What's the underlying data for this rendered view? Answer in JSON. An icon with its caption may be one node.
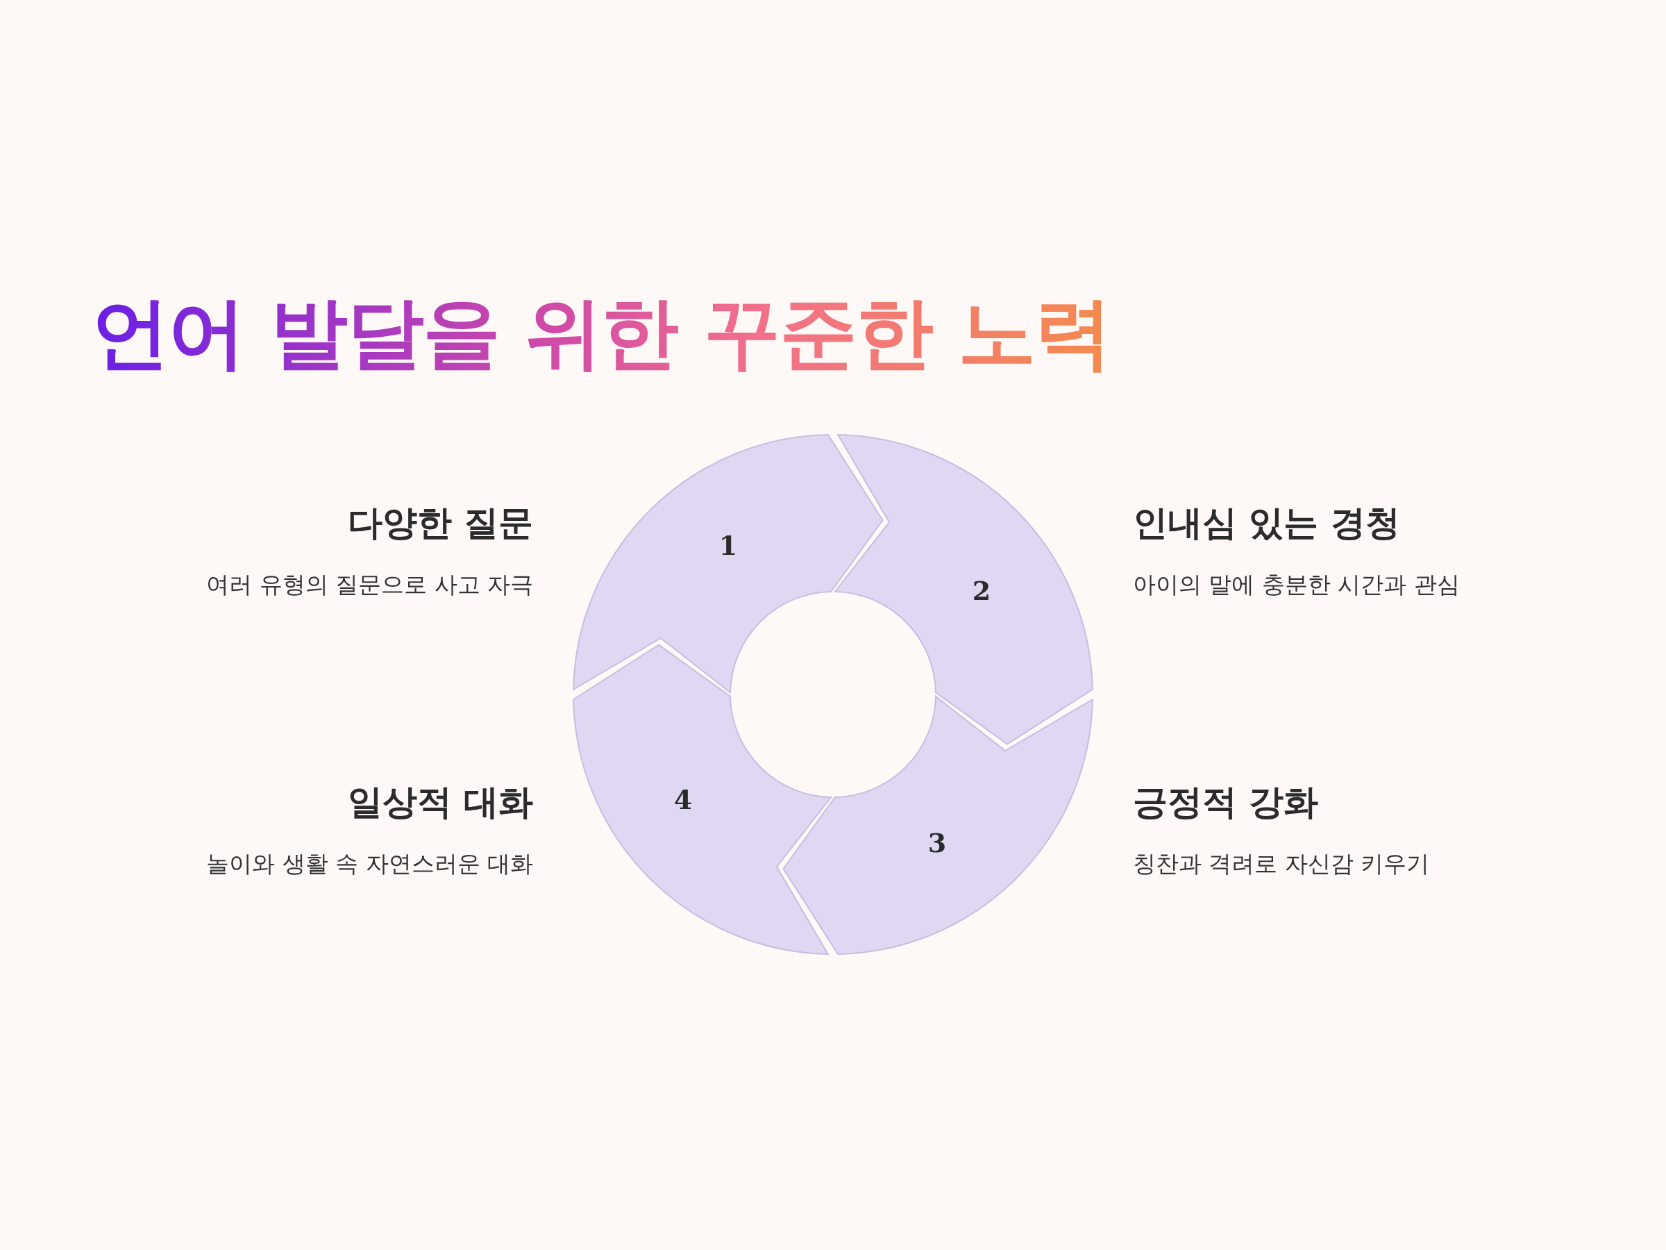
{
  "diagram": {
    "title": "언어 발달을 위한 꾸준한 노력",
    "nodes": [
      {
        "text": [
          "1"
        ],
        "beside": [
          "다양한 질문",
          "여러 유형의 질문으로 사고 자극"
        ]
      },
      {
        "text": [
          "2"
        ],
        "beside": [
          "인내심 있는 경청",
          "아이의 말에 충분한 시간과 관심"
        ]
      },
      {
        "text": [
          "3"
        ],
        "beside": [
          "긍정적 강화",
          "칭찬과 격려로 자신감 키우기"
        ]
      },
      {
        "text": [
          "4"
        ],
        "beside": [
          "일상적 대화",
          "놀이와 생활 속 자연스러운 대화"
        ]
      }
    ]
  }
}
